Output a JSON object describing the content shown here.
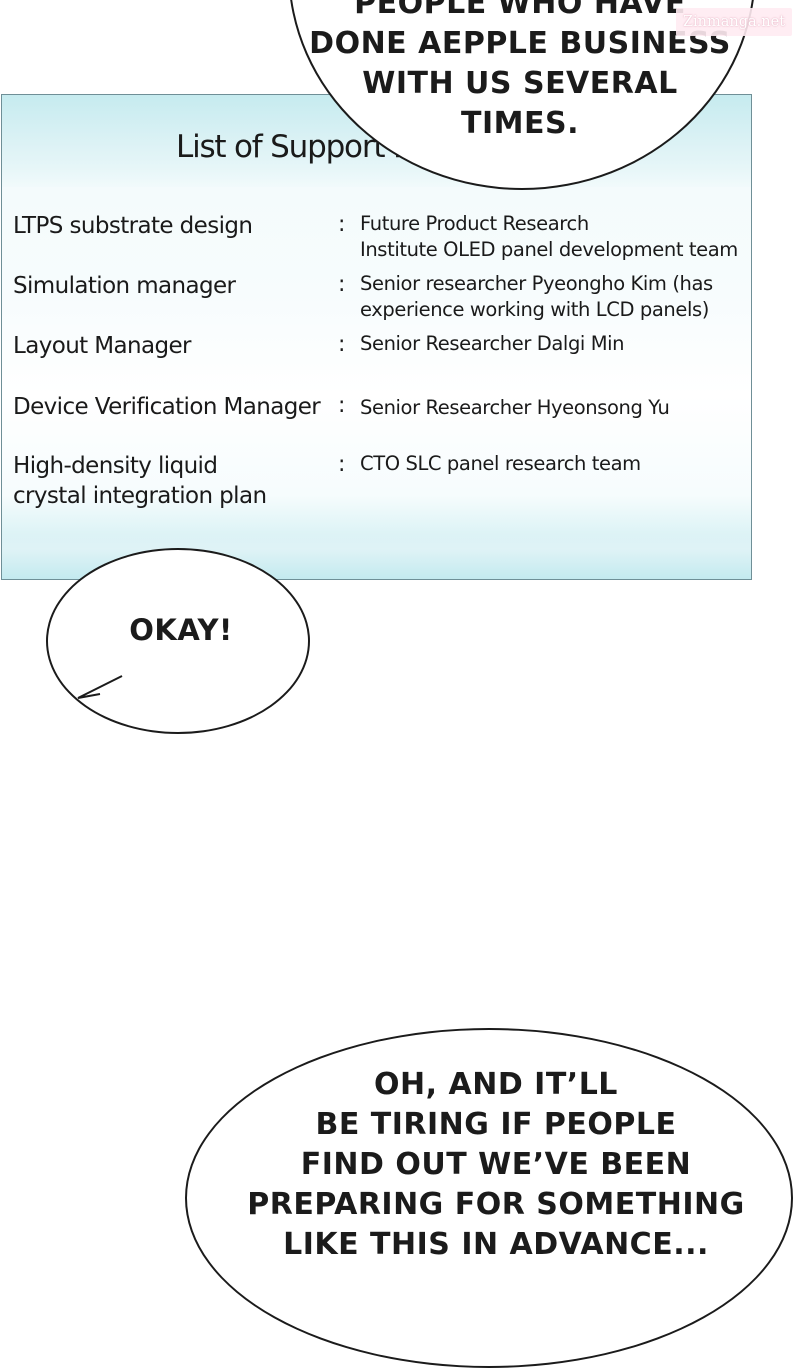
{
  "support_list": {
    "title": "List of Support Personnel",
    "rows": [
      {
        "label": "LTPS substrate design",
        "value": "Future Product Research\nInstitute OLED panel development team"
      },
      {
        "label": "Simulation manager",
        "value": "Senior researcher Pyeongho Kim (has\nexperience working with LCD panels)"
      },
      {
        "label": "Layout Manager",
        "value": "Senior Researcher Dalgi Min"
      },
      {
        "label": "Device Verification Manager",
        "value": "Senior Researcher Hyeonsong Yu"
      },
      {
        "label": "High-density liquid\ncrystal integration plan",
        "value": "CTO SLC panel research team"
      }
    ],
    "separator": ":"
  },
  "bubbles": {
    "top": "PEOPLE WHO HAVE\nDONE AEPPLE BUSINESS\nWITH US SEVERAL\nTIMES.",
    "middle": "OKAY!",
    "bottom": "OH, AND IT’LL\nBE TIRING IF PEOPLE\nFIND OUT WE’VE BEEN\nPREPARING FOR SOMETHING\nLIKE THIS IN ADVANCE..."
  },
  "watermark": "Zinmanga.net",
  "colors": {
    "panel_tint": "#cdeef2",
    "ink": "#1b1b1b",
    "watermark_bg": "#ffebf2"
  }
}
